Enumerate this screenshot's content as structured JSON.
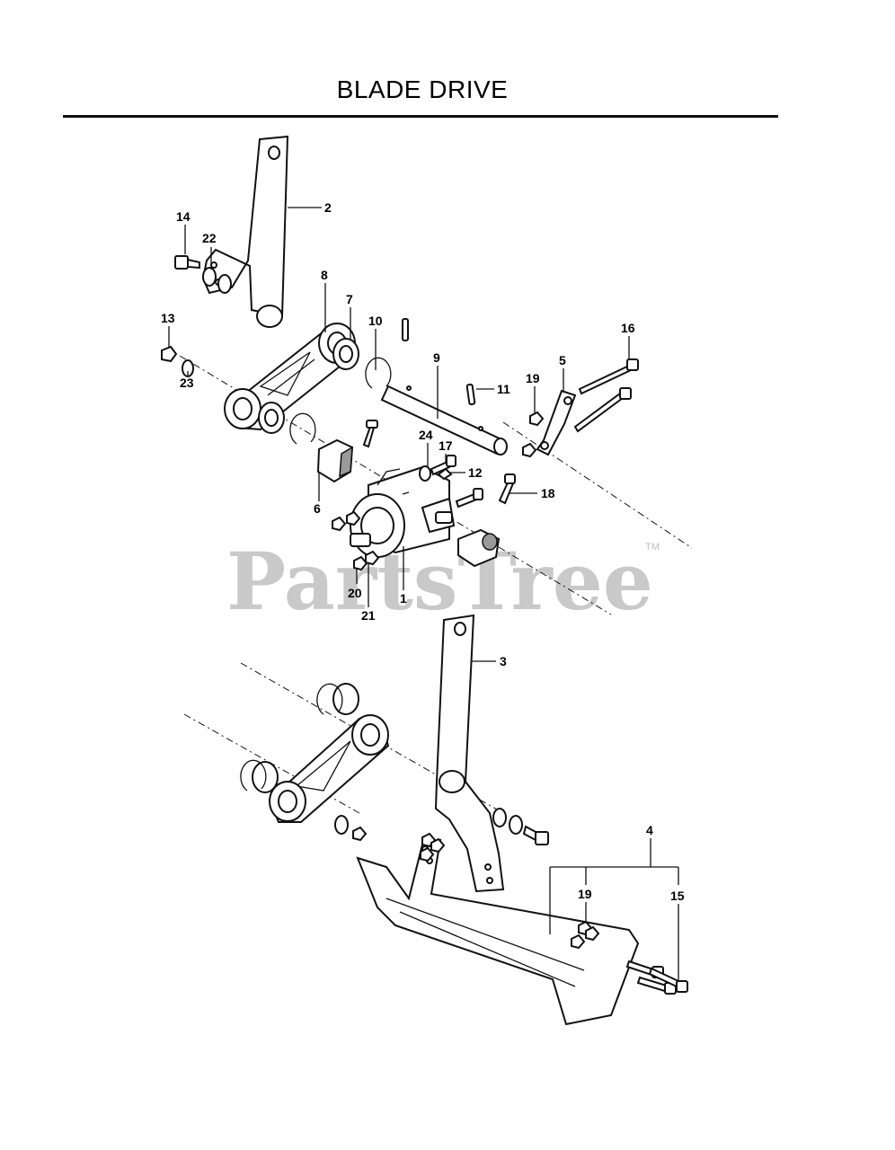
{
  "title": "BLADE DRIVE",
  "watermark": {
    "text": "PartsTree",
    "tm": "TM"
  },
  "callouts": [
    "1",
    "2",
    "3",
    "4",
    "5",
    "6",
    "7",
    "8",
    "9",
    "10",
    "11",
    "12",
    "13",
    "14",
    "15",
    "16",
    "17",
    "18",
    "19",
    "19",
    "20",
    "21",
    "22",
    "23",
    "24"
  ],
  "colors": {
    "ink": "#000000",
    "watermark": "#c9c9c9",
    "background": "#ffffff",
    "shade": "#9a9a9a"
  }
}
